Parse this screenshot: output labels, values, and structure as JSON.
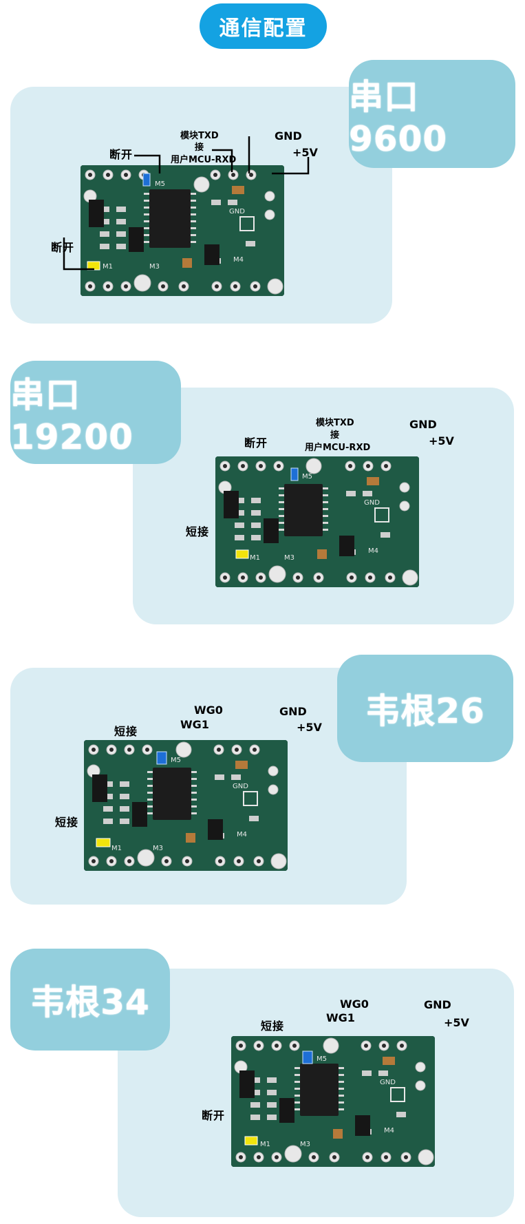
{
  "header": {
    "title": "通信配置"
  },
  "sections": [
    {
      "tag": "串口9600",
      "labels": {
        "left_top": "断开",
        "left_bottom": "断开",
        "txd_line1": "模块TXD",
        "txd_line2": "接",
        "txd_line3": "用户MCU-RXD",
        "gnd": "GND",
        "v5": "+5V"
      }
    },
    {
      "tag": "串口19200",
      "labels": {
        "left_top": "断开",
        "left_bottom": "短接",
        "txd_line1": "模块TXD",
        "txd_line2": "接",
        "txd_line3": "用户MCU-RXD",
        "gnd": "GND",
        "v5": "+5V"
      }
    },
    {
      "tag": "韦根26",
      "labels": {
        "left_top": "短接",
        "left_bottom": "短接",
        "wg0": "WG0",
        "wg1": "WG1",
        "gnd": "GND",
        "v5": "+5V"
      }
    },
    {
      "tag": "韦根34",
      "labels": {
        "left_top": "短接",
        "left_bottom": "断开",
        "wg0": "WG0",
        "wg1": "WG1",
        "gnd": "GND",
        "v5": "+5V"
      }
    }
  ],
  "board_silkscreen": {
    "m1": "M1",
    "m3": "M3",
    "m4": "M4",
    "m5": "M5",
    "gnd": "GND"
  },
  "colors": {
    "pill": "#14a2e2",
    "card": "#daedf3",
    "tag": "#93cfdd",
    "pcb": "#1f5a45",
    "jumper_top": "#1e6fd6",
    "jumper_bottom": "#f2e40c"
  }
}
